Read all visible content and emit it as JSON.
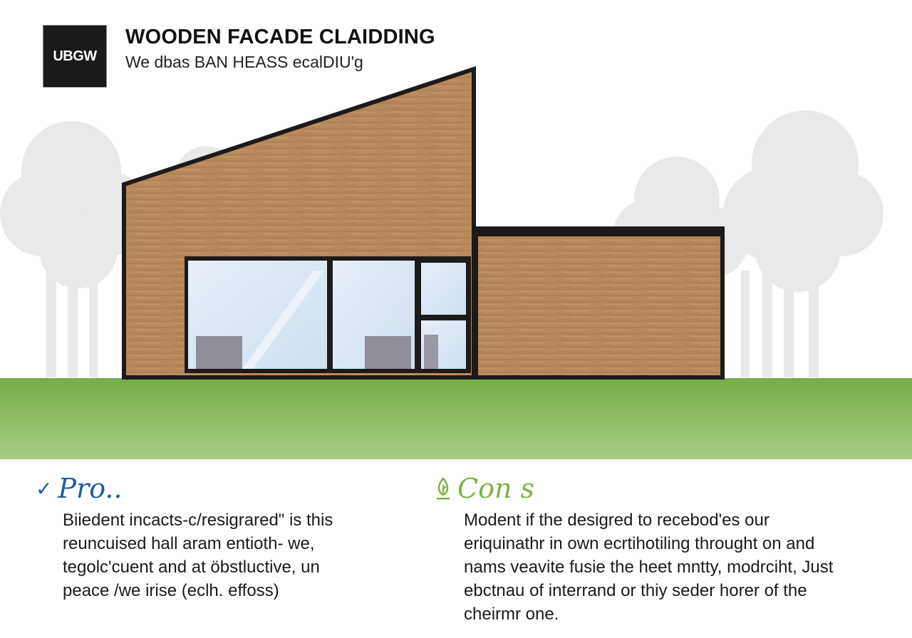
{
  "header": {
    "logo_text": "UBGW",
    "title": "WOODEN FACADE CLAIDDING",
    "subtitle": "We dbas BAN HEASS ecalDIU'g"
  },
  "colors": {
    "wood": "#b98a5d",
    "frame": "#1d1b1a",
    "glass": "#dde9f6",
    "grass_top": "#78ad48",
    "grass_bottom": "#a9cd85",
    "trees": "#e8e9e9",
    "pros": "#1f5c99",
    "cons": "#7cb342"
  },
  "pros": {
    "icon": "checkmark-icon",
    "heading": "Pro..",
    "lines": [
      "Biiedent incacts-c/resigrared\" is this",
      "reuncuised hall aram entioth‐ we,",
      "tegolc'cuent and at öbstluctive, un",
      "peace /we irise (eclh. effoss)"
    ]
  },
  "cons": {
    "icon": "leaf-icon",
    "heading": "Con s",
    "lines": [
      "Modent if the desigred to recebod'es our",
      "eriquinathr in own ecrtihotiling throught on and",
      "nams veavite fusie the heet mntty, modrciht, Just",
      "ebctnau of interrand or thiy seder horer of the",
      "cheirmr one."
    ]
  }
}
